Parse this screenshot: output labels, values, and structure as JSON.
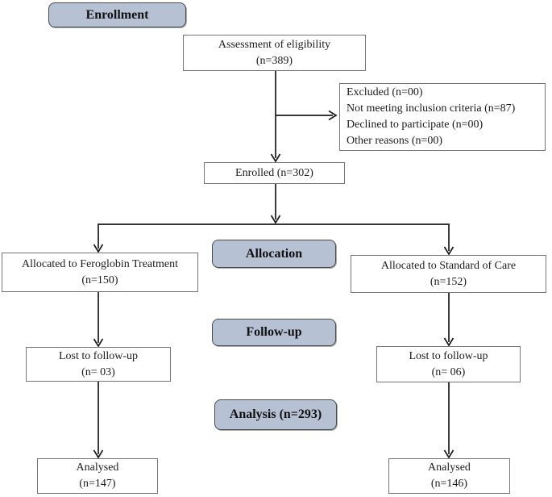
{
  "figure": {
    "kind": "CONSORT participant flow diagram"
  },
  "stage_labels": {
    "enrollment": "Enrollment",
    "allocation": "Allocation",
    "followup": "Follow-up",
    "analysis": "Analysis (n=293)"
  },
  "boxes": {
    "assessment": {
      "line1": "Assessment of eligibility",
      "line2": "(n=389)"
    },
    "excluded": {
      "lines": [
        "Excluded (n=00)",
        "Not meeting inclusion criteria (n=87)",
        "Declined to participate (n=00)",
        "Other reasons (n=00)"
      ]
    },
    "enrolled": {
      "line1": "Enrolled (n=302)"
    },
    "alloc_left": {
      "line1": "Allocated to Feroglobin Treatment",
      "line2": "(n=150)"
    },
    "alloc_right": {
      "line1": "Allocated to Standard of Care",
      "line2": "(n=152)"
    },
    "lost_left": {
      "line1": "Lost to follow-up",
      "line2": "(n= 03)"
    },
    "lost_right": {
      "line1": "Lost to follow-up",
      "line2": "(n= 06)"
    },
    "analysed_left": {
      "line1": "Analysed",
      "line2": "(n=147)"
    },
    "analysed_right": {
      "line1": "Analysed",
      "line2": "(n=146)"
    }
  },
  "colors": {
    "stage_label_fill": "#b7c1d4",
    "stage_label_border": "#4a4a4a",
    "box_border": "#757575",
    "connector": "#1a1a1a",
    "background": "#ffffff"
  }
}
